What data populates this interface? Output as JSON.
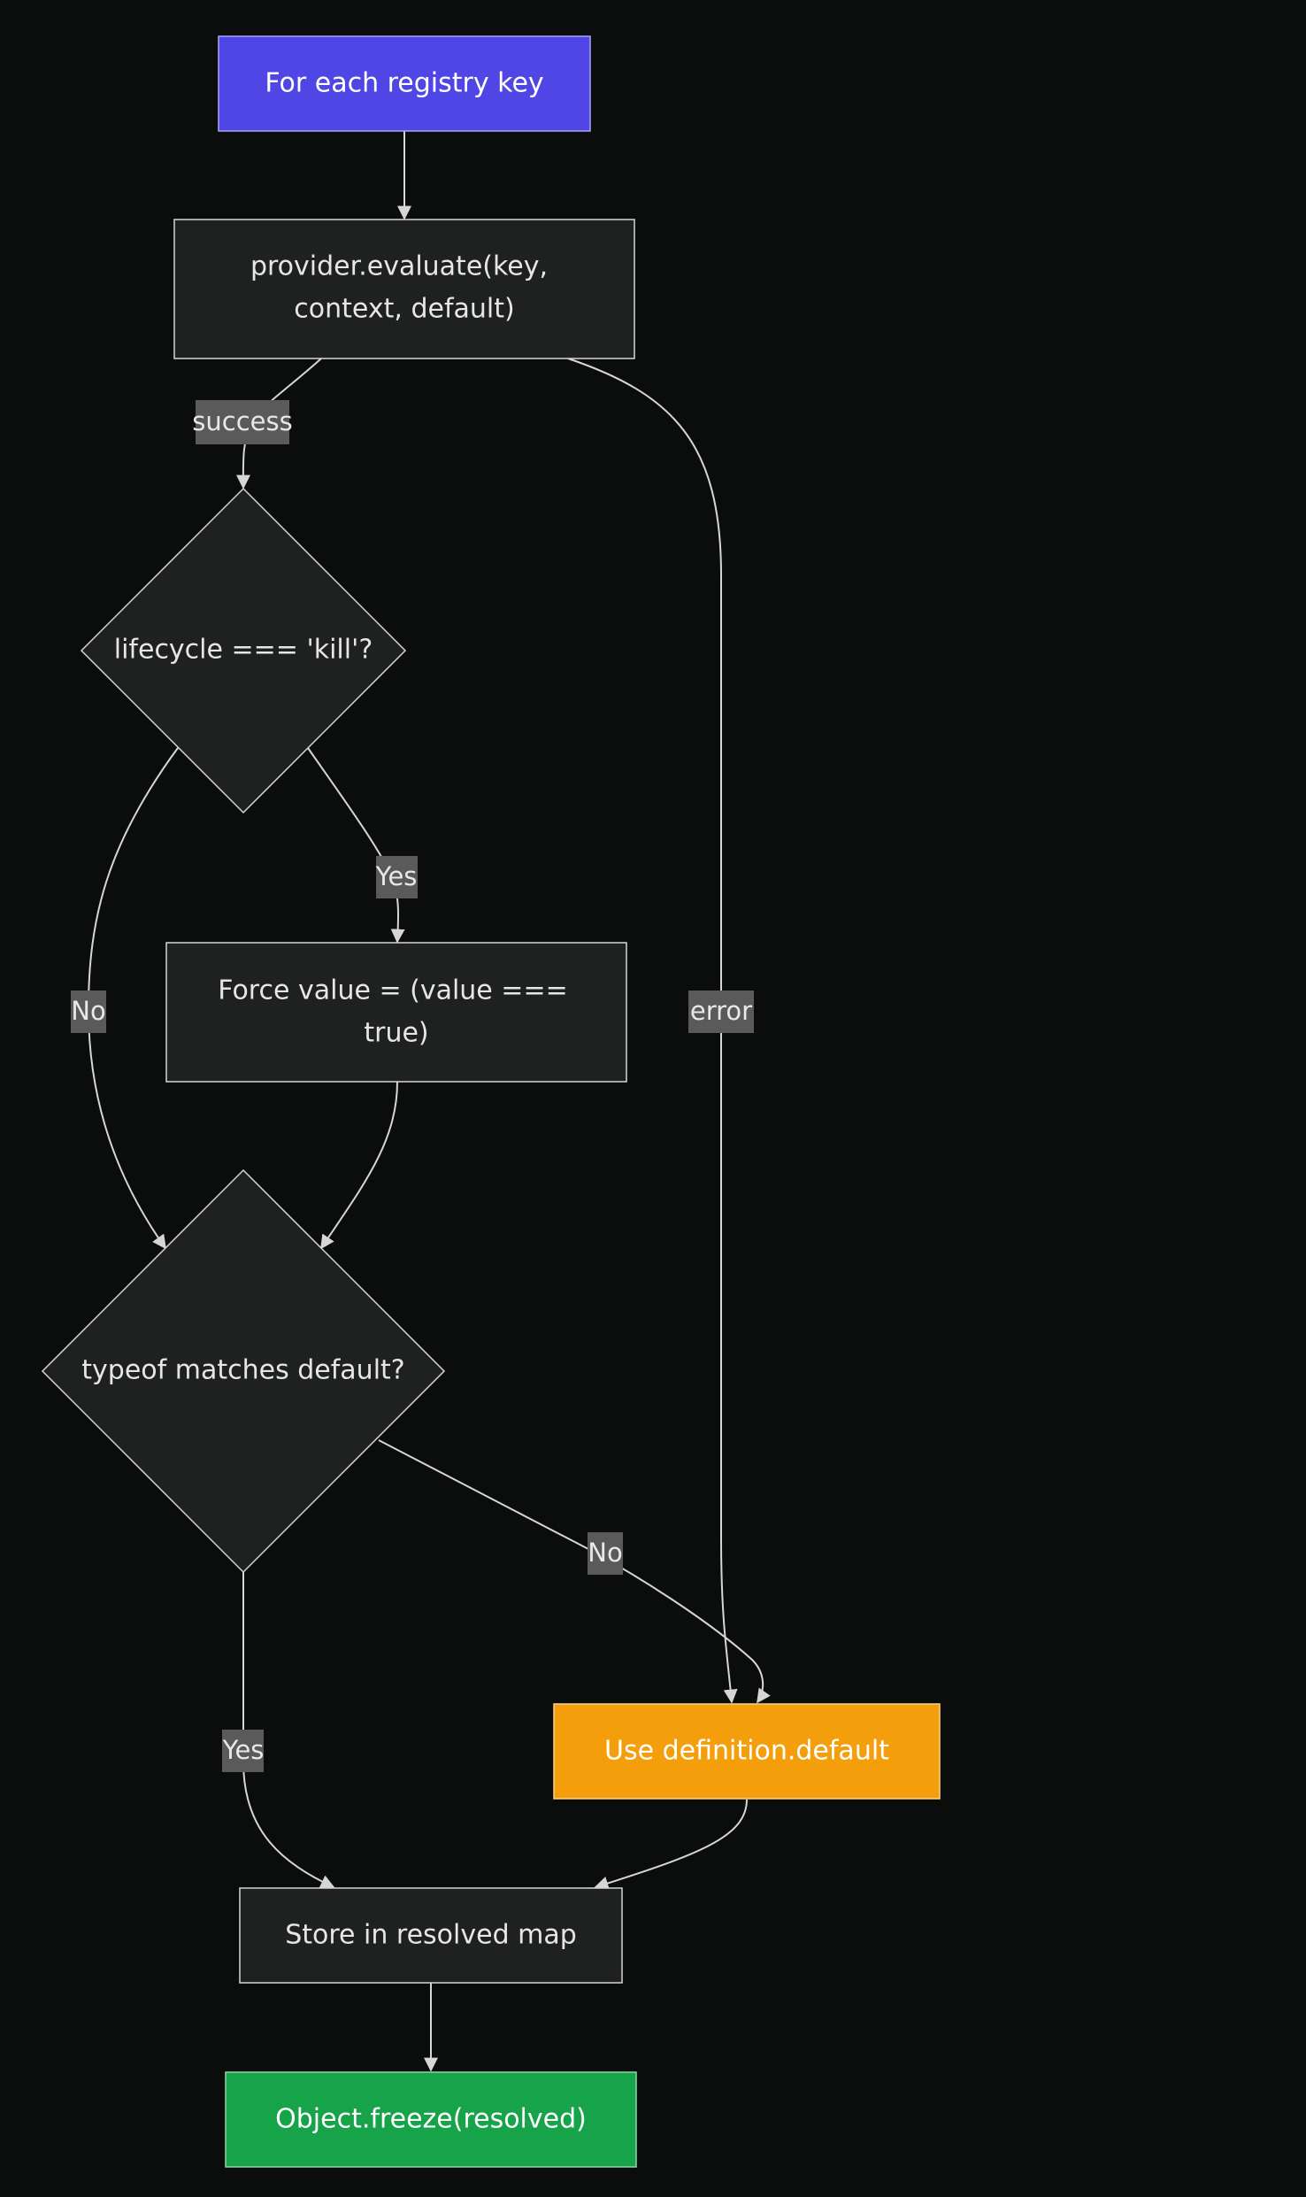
{
  "colors": {
    "background": "#0b0c0c",
    "node_fill": "#1f2020",
    "node_stroke": "#d6d6d6",
    "start": "#4f46e5",
    "default": "#f59e0b",
    "end": "#16a34a",
    "edge_label_bg": "#5a5a5a"
  },
  "nodes": {
    "start": "For each registry key",
    "evaluate": [
      "provider.evaluate(key,",
      "context, default)"
    ],
    "lifecycle": "lifecycle === 'kill'?",
    "force": [
      "Force value = (value ===",
      "true)"
    ],
    "typeof": "typeof matches default?",
    "use_default": "Use definition.default",
    "store": "Store in resolved map",
    "freeze": "Object.freeze(resolved)"
  },
  "edges": {
    "success": "success",
    "error": "error",
    "kill_yes": "Yes",
    "kill_no": "No",
    "type_no": "No",
    "type_yes": "Yes"
  }
}
